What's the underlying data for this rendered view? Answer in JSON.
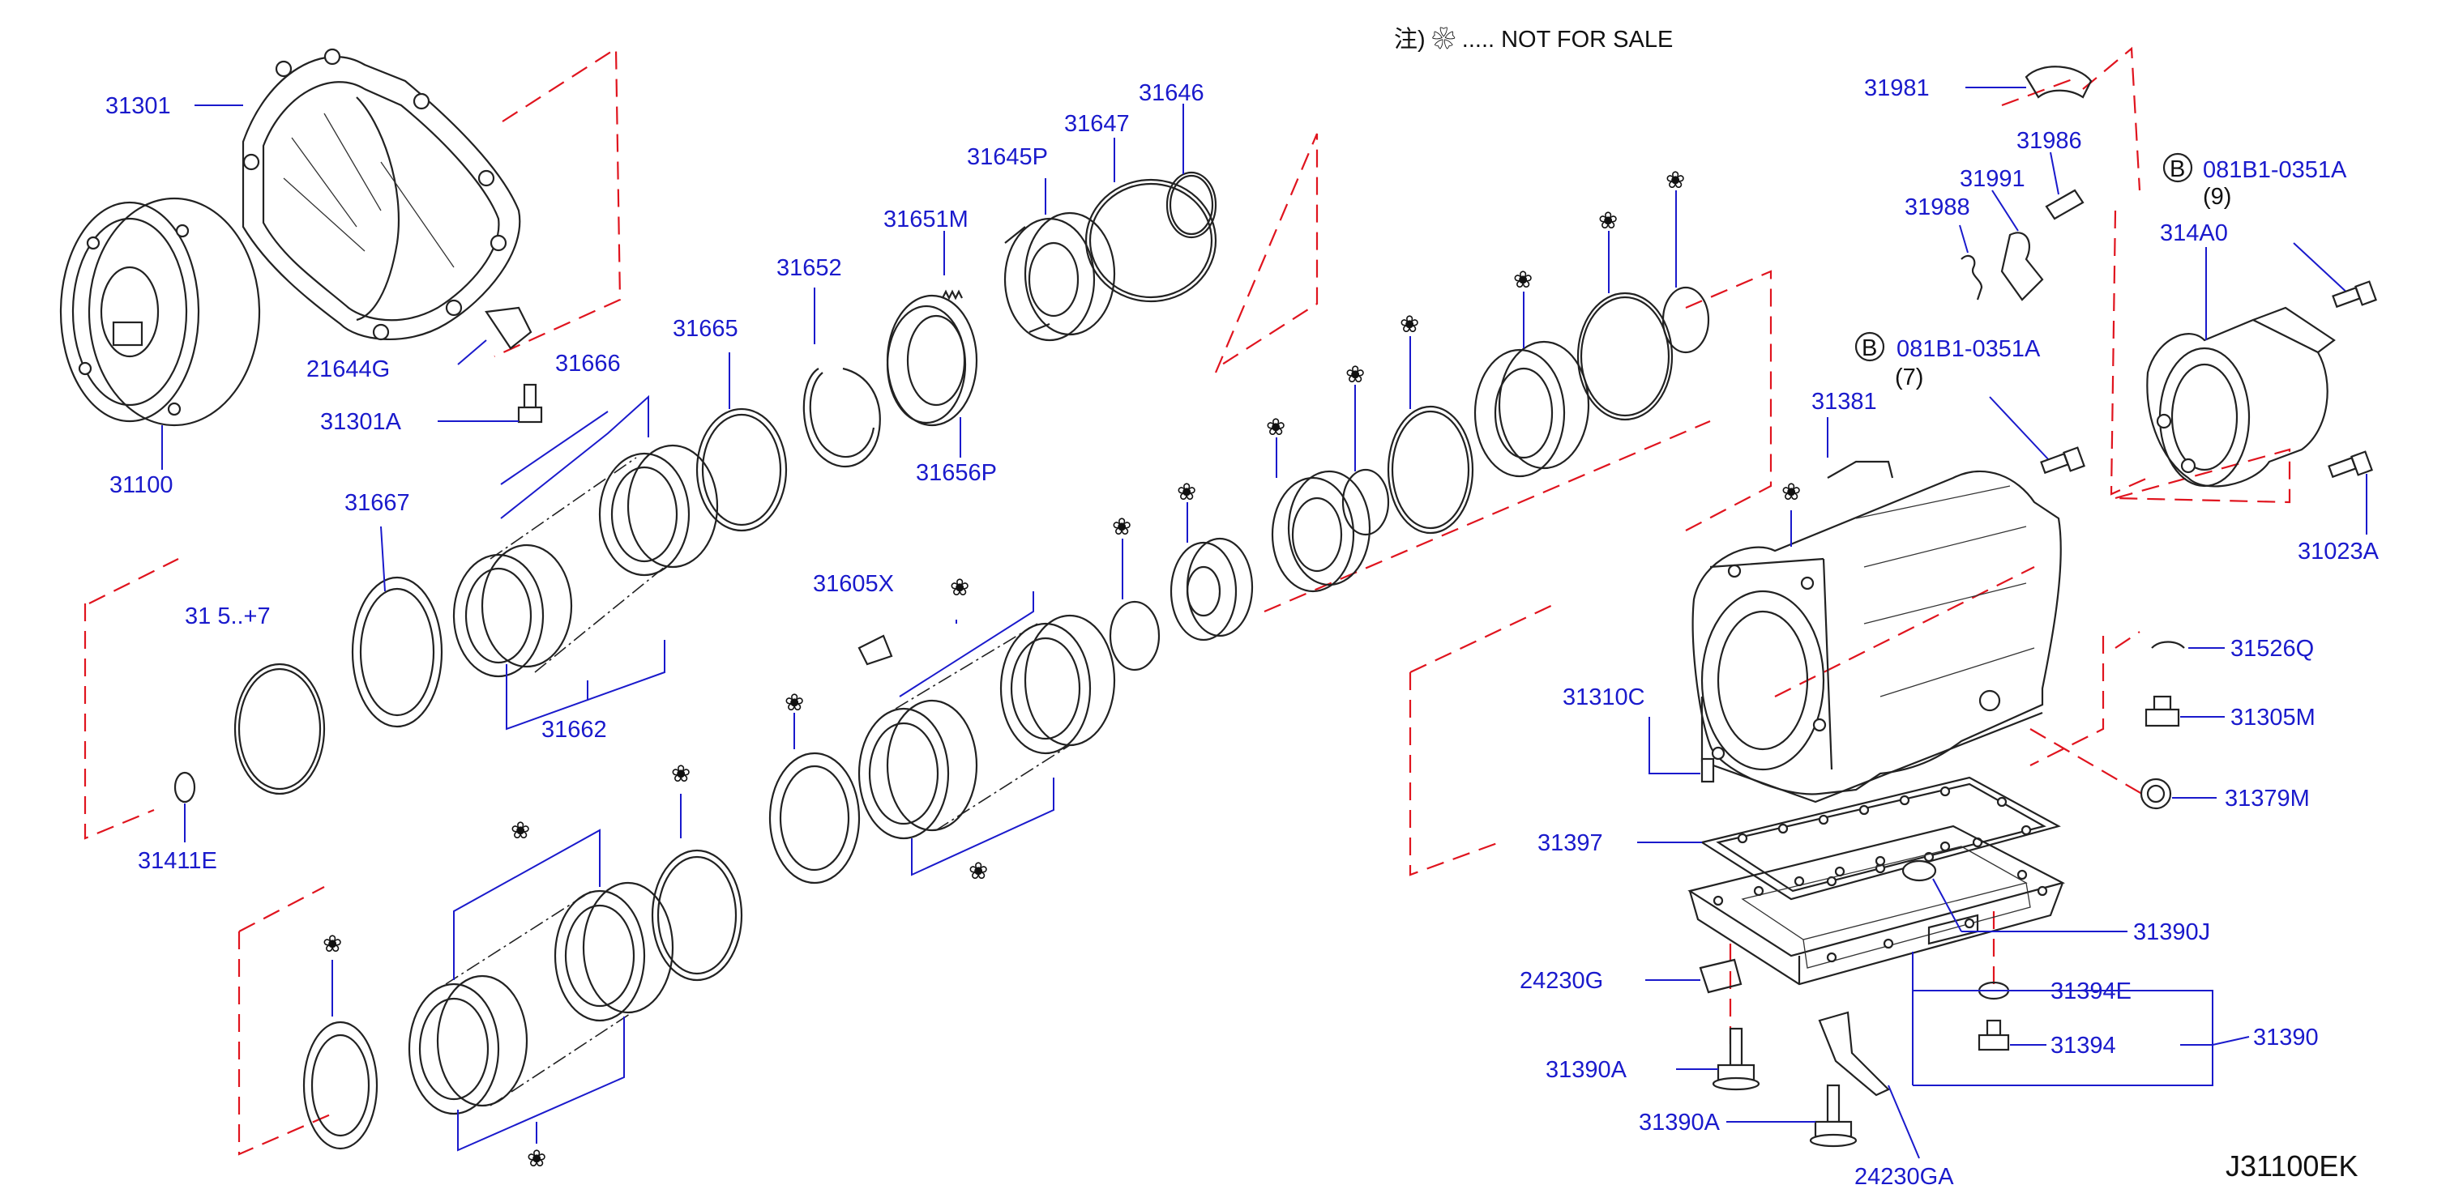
{
  "note": "注) ❀ ..... NOT  FOR  SALE",
  "diagram_code": "J31100EK",
  "marker_glyph": "❀",
  "colors": {
    "label": "#1a1acc",
    "guide": "#e0141e",
    "ink": "#222222"
  },
  "parts": {
    "p31301": "31301",
    "p31100": "31100",
    "p21644G": "21644G",
    "p31301A": "31301A",
    "p31666": "31666",
    "p31665": "31665",
    "p31652": "31652",
    "p31651M": "31651M",
    "p31656P": "31656P",
    "p31645P": "31645P",
    "p31647": "31647",
    "p31646": "31646",
    "p31667": "31667",
    "p31662": "31662",
    "p31411E": "31411E",
    "p31605X": "31605X",
    "p31981": "31981",
    "p31986": "31986",
    "p31991": "31991",
    "p31988": "31988",
    "p081B1_9": "081B1-0351A",
    "p081B1_9_qty": "(9)",
    "p314A0": "314A0",
    "p081B1_7": "081B1-0351A",
    "p081B1_7_qty": "(7)",
    "p31381": "31381",
    "p31023A": "31023A",
    "p31526Q": "31526Q",
    "p31305M": "31305M",
    "p31379M": "31379M",
    "p31310C": "31310C",
    "p31397": "31397",
    "p31390J": "31390J",
    "p24230G": "24230G",
    "p31394E": "31394E",
    "p31390": "31390",
    "p31394": "31394",
    "p31390A_1": "31390A",
    "p31390A_2": "31390A",
    "p24230GA": "24230GA",
    "circle_B": "B",
    "partial_label": "31 5..+7"
  }
}
